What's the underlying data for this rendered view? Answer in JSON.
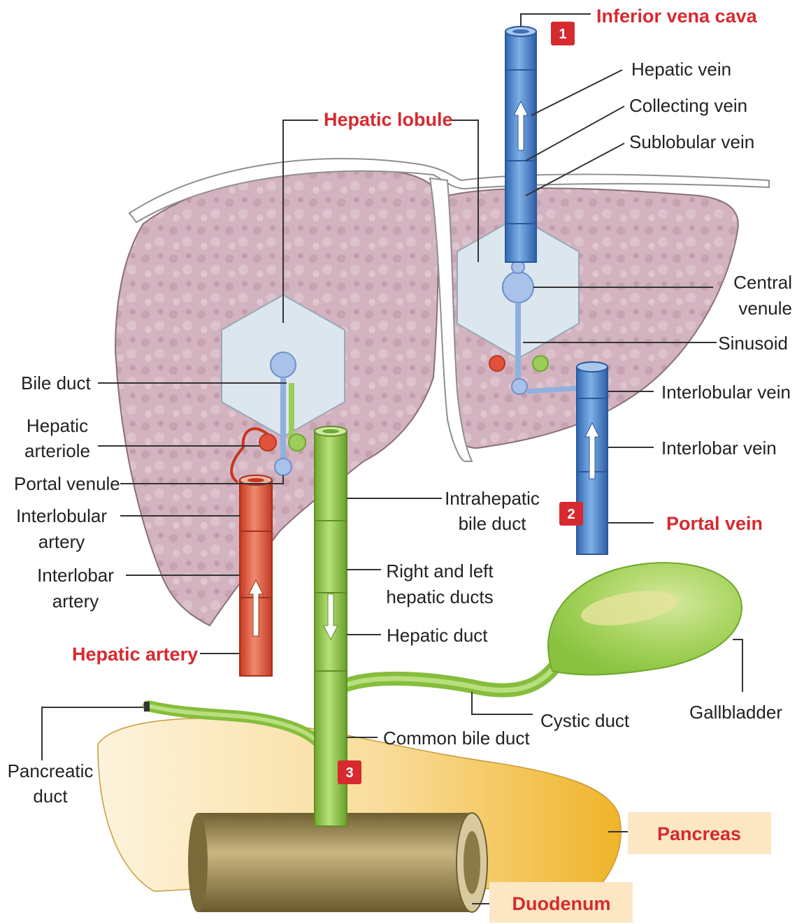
{
  "labels": {
    "inferior_vena_cava": "Inferior vena cava",
    "hepatic_vein": "Hepatic vein",
    "collecting_vein": "Collecting vein",
    "sublobular_vein": "Sublobular vein",
    "hepatic_lobule": "Hepatic lobule",
    "central_venule_1": "Central",
    "central_venule_2": "venule",
    "sinusoid": "Sinusoid",
    "interlobular_vein": "Interlobular vein",
    "interlobar_vein": "Interlobar vein",
    "portal_vein": "Portal vein",
    "bile_duct": "Bile duct",
    "hepatic_arteriole_1": "Hepatic",
    "hepatic_arteriole_2": "arteriole",
    "portal_venule": "Portal venule",
    "interlobular_artery_1": "Interlobular",
    "interlobular_artery_2": "artery",
    "interlobar_artery_1": "Interlobar",
    "interlobar_artery_2": "artery",
    "hepatic_artery": "Hepatic artery",
    "intrahepatic_bile_duct_1": "Intrahepatic",
    "intrahepatic_bile_duct_2": "bile duct",
    "right_left_hepatic_ducts_1": "Right and left",
    "right_left_hepatic_ducts_2": "hepatic ducts",
    "hepatic_duct": "Hepatic duct",
    "cystic_duct": "Cystic duct",
    "gallbladder": "Gallbladder",
    "common_bile_duct": "Common bile duct",
    "pancreatic_duct_1": "Pancreatic",
    "pancreatic_duct_2": "duct",
    "pancreas": "Pancreas",
    "duodenum": "Duodenum"
  },
  "badges": {
    "one": "1",
    "two": "2",
    "three": "3"
  },
  "colors": {
    "liver": "#d3b4c0",
    "vein": "#4a84cc",
    "artery": "#e2513a",
    "bile": "#8cc63f",
    "pancreas": "#f4c25a",
    "duodenum": "#8e7b45",
    "lobule": "#dce6ee",
    "accent_red": "#d62a2f"
  }
}
